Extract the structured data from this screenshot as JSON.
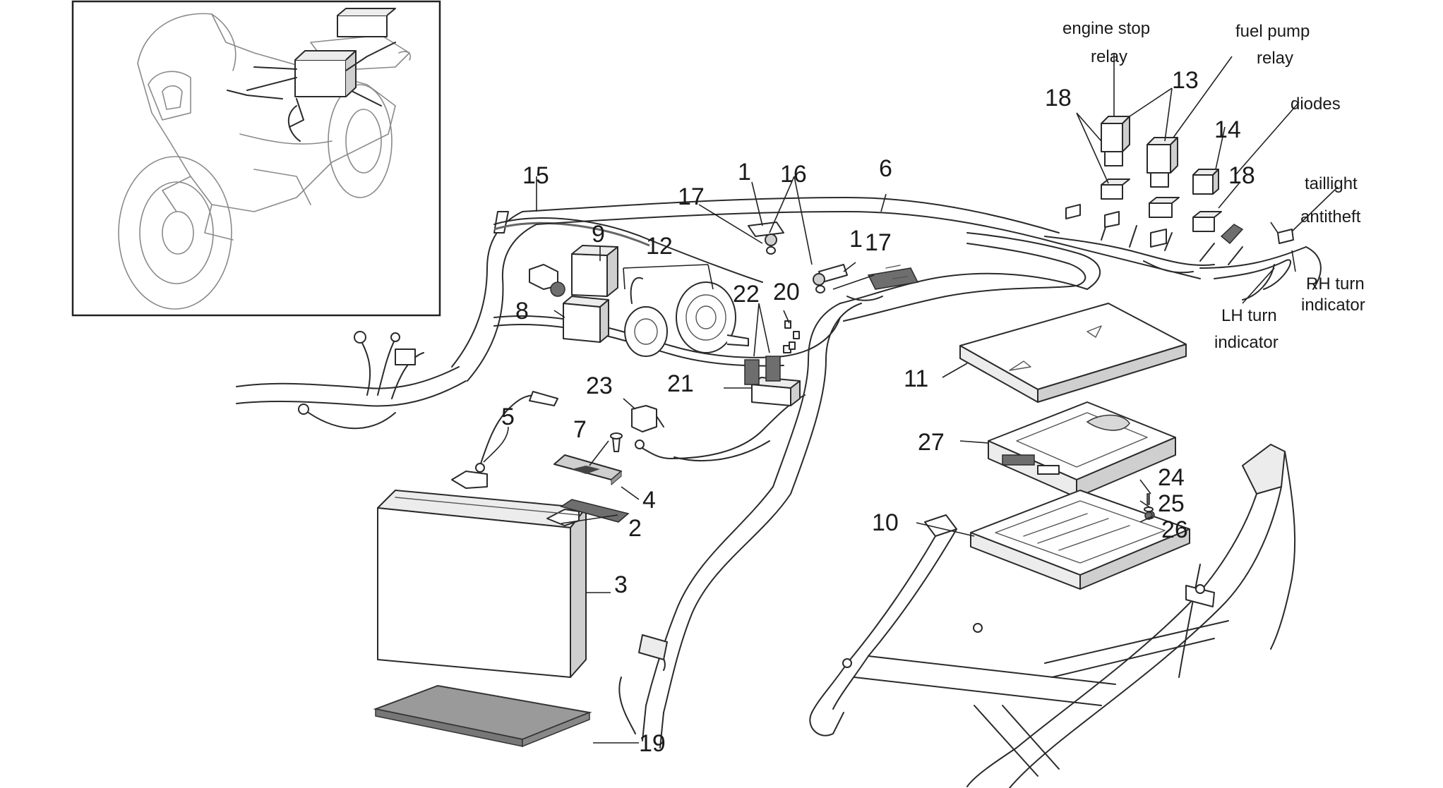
{
  "callouts": {
    "c1a": "1",
    "c1b": "1",
    "c2": "2",
    "c3": "3",
    "c4": "4",
    "c5": "5",
    "c6": "6",
    "c7": "7",
    "c8": "8",
    "c9": "9",
    "c10": "10",
    "c11": "11",
    "c12": "12",
    "c13": "13",
    "c14": "14",
    "c15": "15",
    "c16": "16",
    "c17a": "17",
    "c17b": "17",
    "c18a": "18",
    "c18b": "18",
    "c19": "19",
    "c20": "20",
    "c21": "21",
    "c22": "22",
    "c23": "23",
    "c24": "24",
    "c25": "25",
    "c26": "26",
    "c27": "27"
  },
  "labels": {
    "engine_stop_1": "engine stop",
    "engine_stop_2": "relay",
    "fuel_pump_1": "fuel pump",
    "fuel_pump_2": "relay",
    "diodes": "diodes",
    "taillight": "taillight",
    "antitheft": "antitheft",
    "rh_turn_1": "RH turn",
    "rh_turn_2": "indicator",
    "lh_turn_1": "LH turn",
    "lh_turn_2": "indicator"
  }
}
